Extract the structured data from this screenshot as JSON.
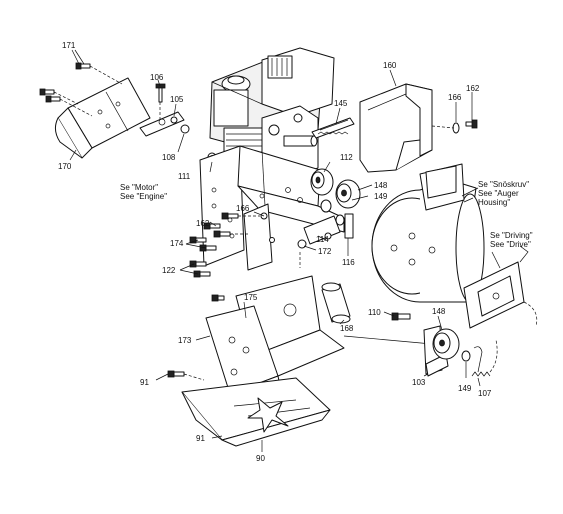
{
  "callouts": {
    "p171": "171",
    "p106": "106",
    "p105": "105",
    "p108": "108",
    "p111": "111",
    "p170": "170",
    "p145": "145",
    "p160": "160",
    "p166a": "166",
    "p162a": "162",
    "p112": "112",
    "p148a": "148",
    "p149a": "149",
    "p166b": "166",
    "p162b": "162",
    "p174": "174",
    "p114": "114",
    "p172": "172",
    "p116": "116",
    "p122": "122",
    "p175": "175",
    "p168": "168",
    "p110": "110",
    "p148b": "148",
    "p173": "173",
    "p91a": "91",
    "p103": "103",
    "p149b": "149",
    "p107": "107",
    "p91b": "91",
    "p90": "90"
  },
  "notes": {
    "motor": [
      "Se \"Motor\"",
      "See \"Engine\""
    ],
    "auger": [
      "Se \"Snöskruv\"",
      "See \"Auger",
      "Housing\""
    ],
    "drive": [
      "Se \"Driving\"",
      "See \"Drive\""
    ]
  }
}
